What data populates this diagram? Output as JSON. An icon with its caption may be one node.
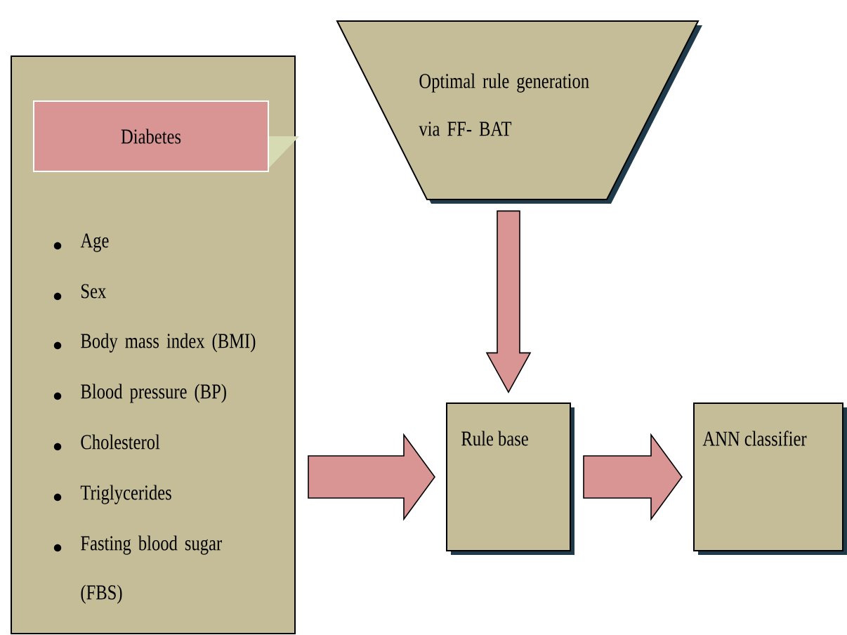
{
  "diagram": {
    "nodes": [
      {
        "text": [
          "Age",
          "Sex",
          "Body mass index (BMI)",
          "Blood pressure (BP)",
          "Cholesterol",
          "Triglycerides",
          "Fasting blood sugar (FBS)"
        ]
      },
      {
        "text": [
          "Diabetes"
        ],
        "in": 0
      },
      {
        "text": [
          "Optimal rule generation via FF- BAT"
        ]
      },
      {
        "text": [
          "Rule base"
        ]
      },
      {
        "text": [
          "ANN classifier"
        ]
      }
    ],
    "edges": [
      {
        "from": 0,
        "to": 3,
        "arrow": "to"
      },
      {
        "from": 2,
        "to": 3,
        "arrow": "to"
      },
      {
        "from": 3,
        "to": 4,
        "arrow": "to"
      }
    ]
  }
}
